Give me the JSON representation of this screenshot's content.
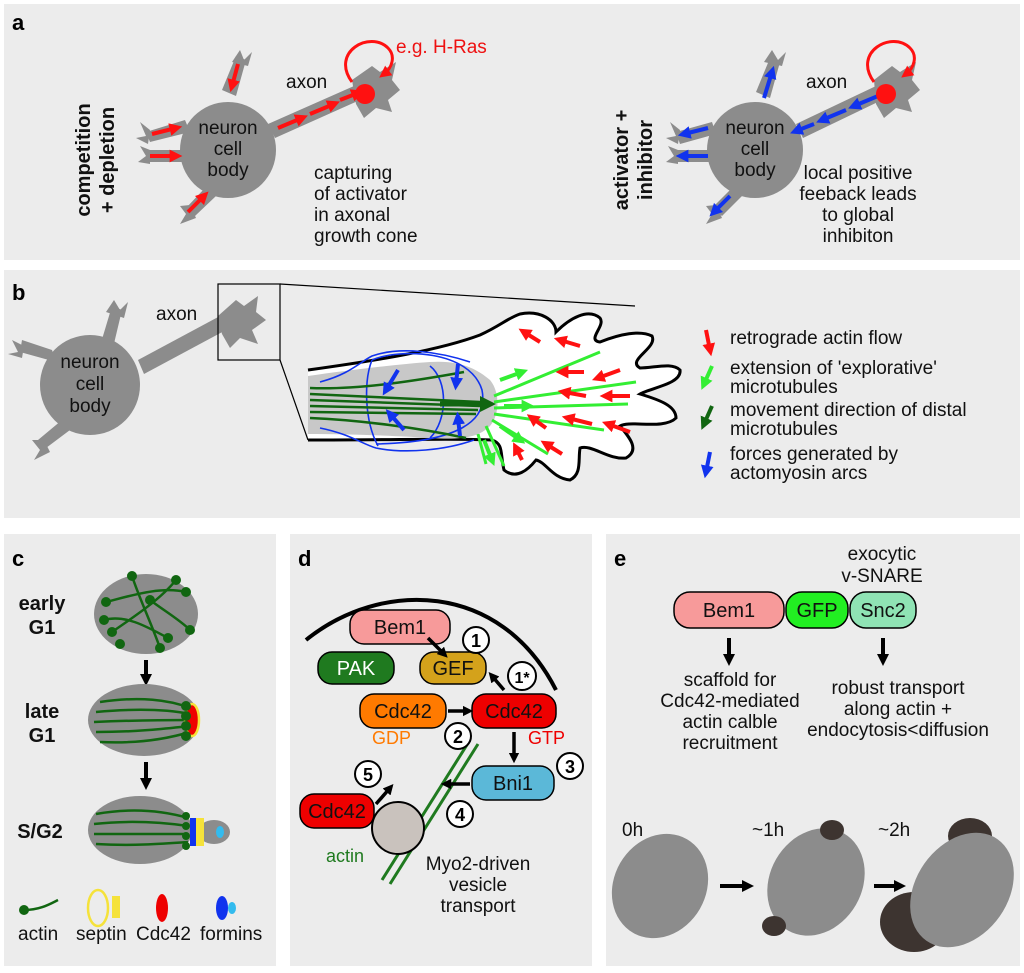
{
  "panels": {
    "a": {
      "letter": "a",
      "left": {
        "side_label_1": "competition",
        "side_label_2": "+ depletion",
        "cell_body_1": "neuron",
        "cell_body_2": "cell",
        "cell_body_3": "body",
        "axon": "axon",
        "feedback_label": "e.g. H-Ras",
        "caption_1": "capturing",
        "caption_2": "of activator",
        "caption_3": "in axonal",
        "caption_4": "growth cone"
      },
      "right": {
        "side_label_1": "activator +",
        "side_label_2": "inhibitor",
        "cell_body_1": "neuron",
        "cell_body_2": "cell",
        "cell_body_3": "body",
        "axon": "axon",
        "caption_1": "local positive",
        "caption_2": "feeback leads",
        "caption_3": "to global",
        "caption_4": "inhibiton"
      }
    },
    "b": {
      "letter": "b",
      "cell_body_1": "neuron",
      "cell_body_2": "cell",
      "cell_body_3": "body",
      "axon": "axon",
      "legend": [
        {
          "line1": "retrograde actin flow",
          "line2": "",
          "color": "#ff1111"
        },
        {
          "line1": "extension of 'explorative'",
          "line2": "microtubules",
          "color": "#33ee33"
        },
        {
          "line1": "movement direction of distal",
          "line2": "microtubules",
          "color": "#116611"
        },
        {
          "line1": "forces generated by",
          "line2": "actomyosin arcs",
          "color": "#1133ee"
        }
      ]
    },
    "c": {
      "letter": "c",
      "stage_1a": "early",
      "stage_1b": "G1",
      "stage_2a": "late",
      "stage_2b": "G1",
      "stage_3": "S/G2",
      "legend": {
        "actin": "actin",
        "septin": "septin",
        "cdc42": "Cdc42",
        "formins": "formins"
      }
    },
    "d": {
      "letter": "d",
      "bem1": "Bem1",
      "pak": "PAK",
      "gef": "GEF",
      "cdc42_gdp": "Cdc42",
      "cdc42_gtp": "Cdc42",
      "cdc42_vesicle": "Cdc42",
      "bni1": "Bni1",
      "gdp": "GDP",
      "gtp": "GTP",
      "step_1": "1",
      "step_1star": "1*",
      "step_2": "2",
      "step_3": "3",
      "step_4": "4",
      "step_5": "5",
      "actin": "actin",
      "vesicle_1": "Myo2-driven",
      "vesicle_2": "vesicle",
      "vesicle_3": "transport"
    },
    "e": {
      "letter": "e",
      "header_1": "exocytic",
      "header_2": "v-SNARE",
      "bem1": "Bem1",
      "gfp": "GFP",
      "snc2": "Snc2",
      "left_1": "scaffold for",
      "left_2": "Cdc42-mediated",
      "left_3": "actin calble",
      "left_4": "recruitment",
      "right_1": "robust transport",
      "right_2": "along actin +",
      "right_3": "endocytosis<diffusion",
      "t0": "0h",
      "t1": "~1h",
      "t2": "~2h"
    }
  },
  "colors": {
    "panel_bg": "#ececec",
    "cell_gray": "#8c8c8c",
    "red": "#ff1111",
    "blue": "#1133ee",
    "light_green": "#33ee33",
    "dark_green": "#116611",
    "bem1": "#f79a9a",
    "pak": "#1f7a1f",
    "gef": "#d4a21b",
    "cdc42_gdp": "#ff7a00",
    "cdc42_gtp": "#ee0000",
    "bni1": "#5bb8d8",
    "gfp": "#22ee22",
    "snc2": "#8fe3b4",
    "bud": "#3d3430"
  }
}
